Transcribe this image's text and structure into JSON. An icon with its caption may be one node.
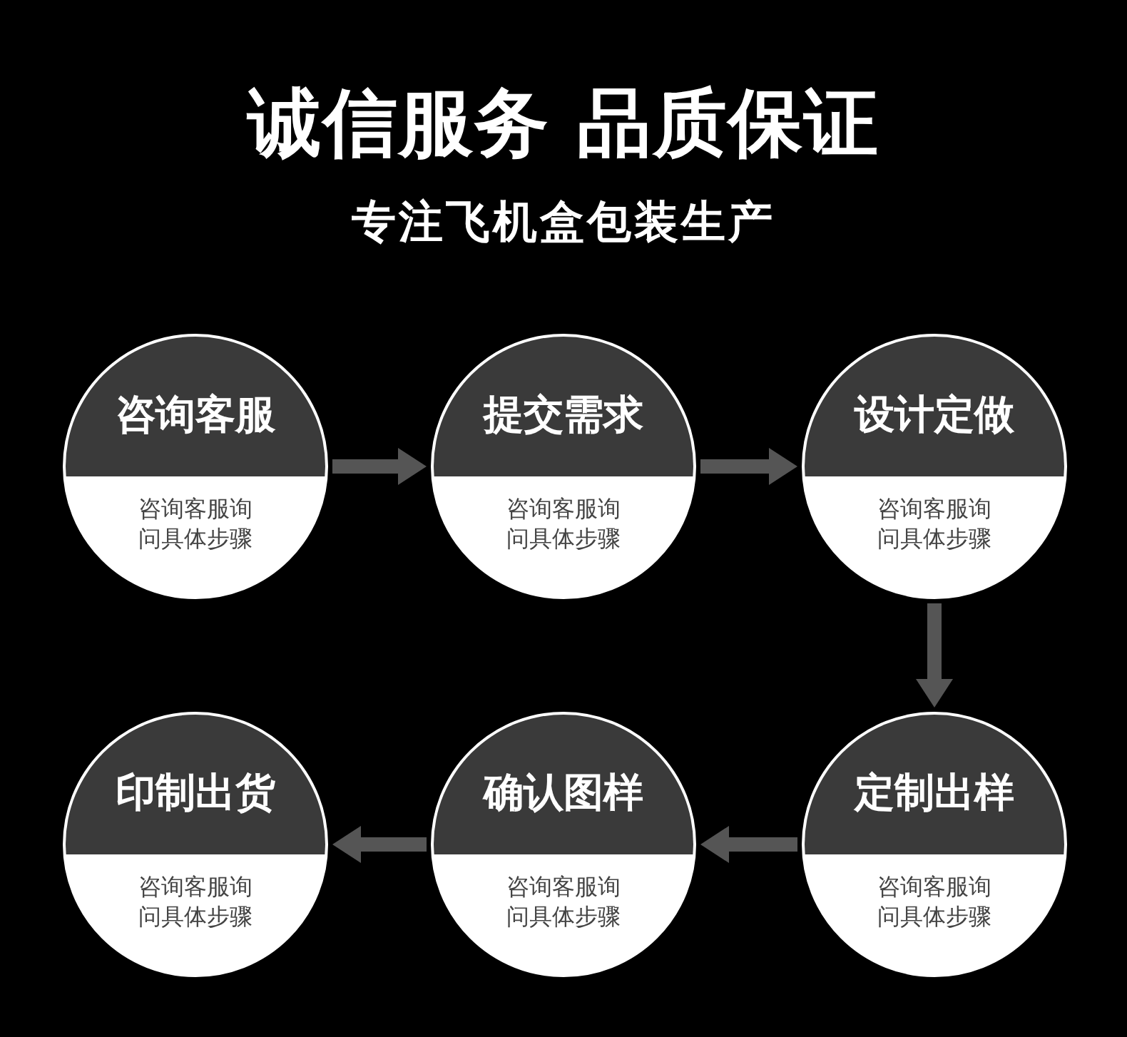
{
  "diagram": {
    "title": "诚信服务 品质保证",
    "caption": "专注飞机盒包装生产",
    "nodes": [
      {
        "text": [
          "咨询客服",
          "咨询客服询问具体步骤"
        ]
      },
      {
        "text": [
          "提交需求",
          "咨询客服询问具体步骤"
        ]
      },
      {
        "text": [
          "设计定做",
          "咨询客服询问具体步骤"
        ]
      },
      {
        "text": [
          "印制出货",
          "咨询客服询问具体步骤"
        ]
      },
      {
        "text": [
          "确认图样",
          "咨询客服询问具体步骤"
        ]
      },
      {
        "text": [
          "定制出样",
          "咨询客服询问具体步骤"
        ]
      }
    ],
    "edges": [
      {
        "from": 0,
        "to": 1,
        "arrow": "to"
      },
      {
        "from": 1,
        "to": 2,
        "arrow": "to"
      },
      {
        "from": 2,
        "to": 5,
        "arrow": "to"
      },
      {
        "from": 5,
        "to": 4,
        "arrow": "to"
      },
      {
        "from": 4,
        "to": 3,
        "arrow": "to"
      }
    ]
  }
}
